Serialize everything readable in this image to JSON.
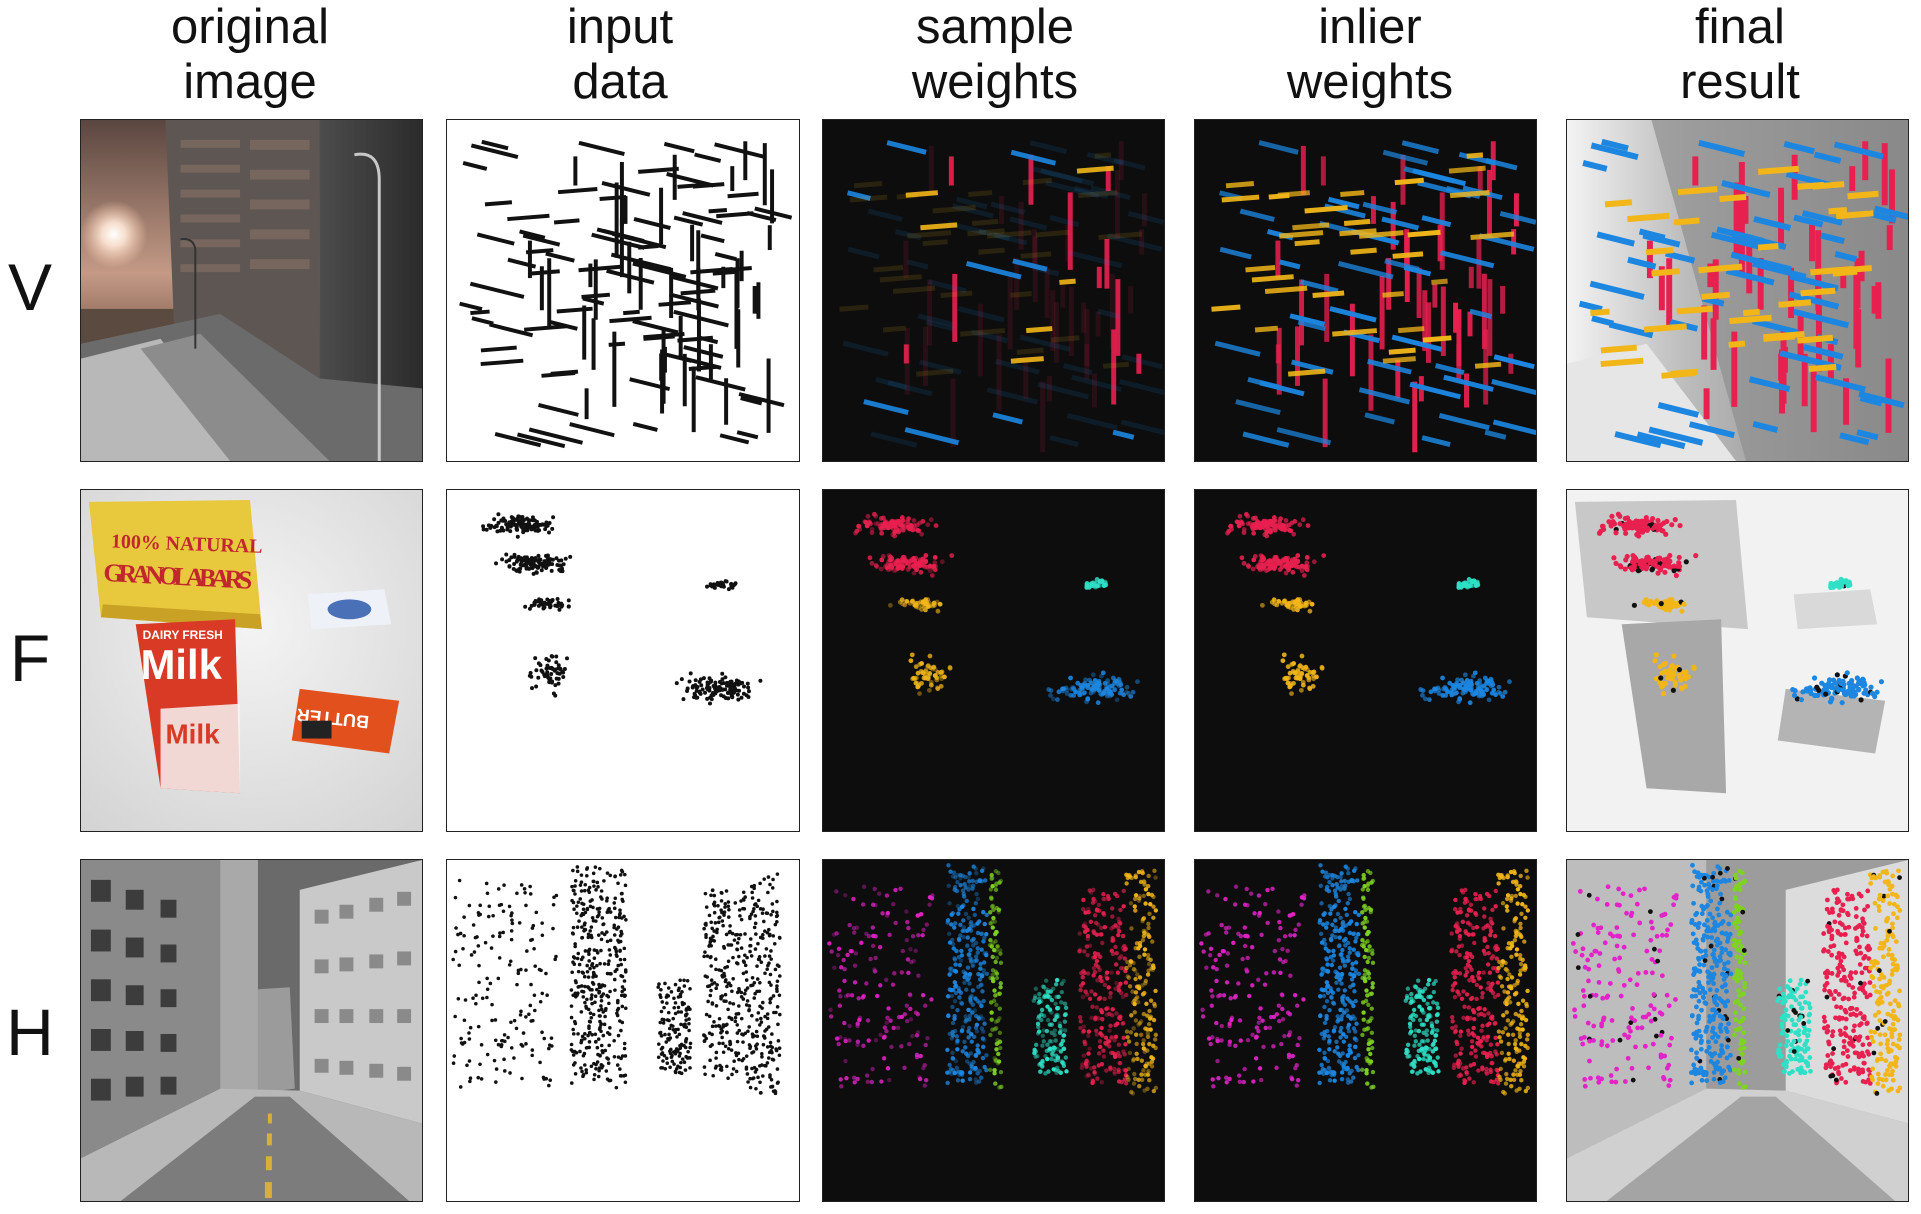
{
  "figure": {
    "columns": [
      {
        "line1": "original",
        "line2": "image"
      },
      {
        "line1": "input",
        "line2": "data"
      },
      {
        "line1": "sample",
        "line2": "weights"
      },
      {
        "line1": "inlier",
        "line2": "weights"
      },
      {
        "line1": "final",
        "line2": "result"
      }
    ],
    "rows": [
      {
        "label": "V",
        "kind": "lines"
      },
      {
        "label": "F",
        "kind": "points"
      },
      {
        "label": "H",
        "kind": "points"
      }
    ],
    "photo_text": {
      "granola": "GRANOLA BARS",
      "natural": "100% NATURAL",
      "milk": "Milk",
      "dairy": "DAIRY FRESH",
      "butter": "BUTTER"
    }
  },
  "colors": {
    "red": "#e8204f",
    "blue": "#1c86e0",
    "yellow": "#f2b619",
    "teal": "#2ee0c6",
    "magenta": "#e322c8",
    "green": "#7ed321",
    "dark_panel": "#0d0d0d",
    "black_points": "#111111"
  }
}
